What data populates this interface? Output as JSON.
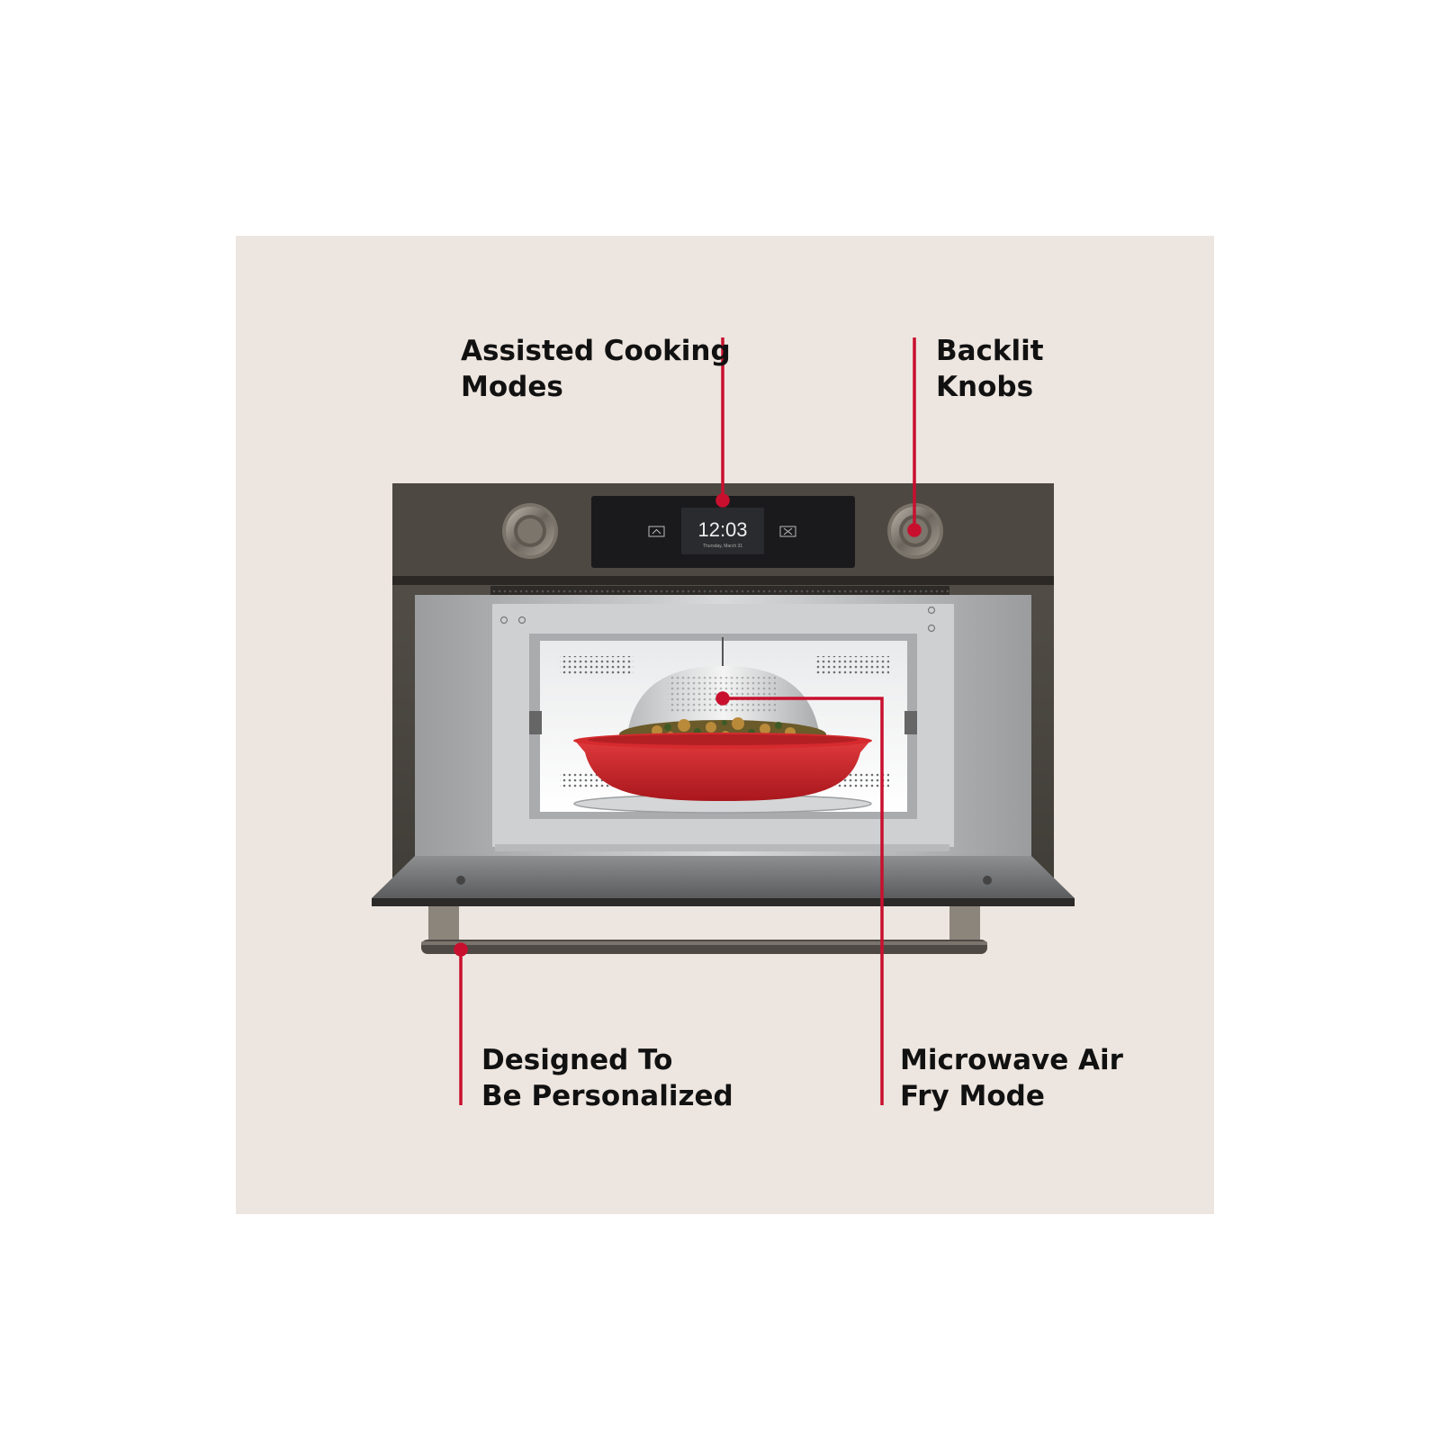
{
  "colors": {
    "background": "#ffffff",
    "panel": "#ede5df",
    "text": "#111111",
    "callout_line": "#c8102e",
    "oven_body": "#4a453f",
    "dish": "#cc2027"
  },
  "callouts": {
    "assisted_cooking": {
      "line1": "Assisted Cooking",
      "line2": "Modes"
    },
    "backlit_knobs": {
      "line1": "Backlit",
      "line2": "Knobs"
    },
    "designed": {
      "line1": "Designed To",
      "line2": "Be Personalized"
    },
    "air_fry": {
      "line1": "Microwave Air",
      "line2": "Fry Mode"
    }
  },
  "display": {
    "time": "12:03",
    "date": "Thursday, March 31",
    "left_icon": "home-icon",
    "right_icon": "close-icon"
  }
}
